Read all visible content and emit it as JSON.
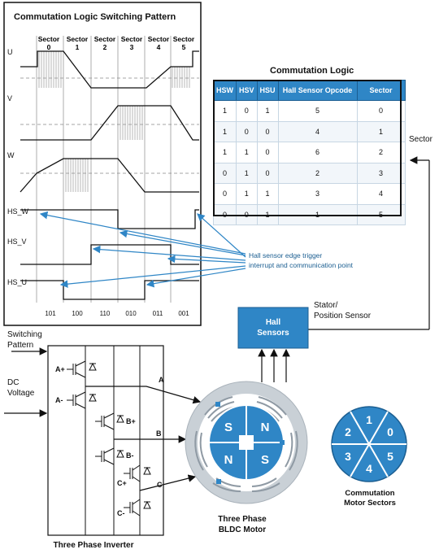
{
  "waveform": {
    "title": "Commutation Logic Switching Pattern",
    "sectors": [
      {
        "label": "Sector",
        "num": "0"
      },
      {
        "label": "Sector",
        "num": "1"
      },
      {
        "label": "Sector",
        "num": "2"
      },
      {
        "label": "Sector",
        "num": "3"
      },
      {
        "label": "Sector",
        "num": "4"
      },
      {
        "label": "Sector",
        "num": "5"
      }
    ],
    "signals": [
      "U",
      "V",
      "W",
      "HS_W",
      "HS_V",
      "HS_U"
    ],
    "hall_codes": [
      "101",
      "100",
      "110",
      "010",
      "011",
      "001"
    ],
    "annotation_line1": "Hall sensor edge trigger",
    "annotation_line2": "interrupt and communication point"
  },
  "table": {
    "title": "Commutation Logic",
    "headers": [
      "HSW",
      "HSV",
      "HSU",
      "Hall Sensor Opcode",
      "Sector"
    ],
    "rows": [
      [
        "1",
        "0",
        "1",
        "5",
        "0"
      ],
      [
        "1",
        "0",
        "0",
        "4",
        "1"
      ],
      [
        "1",
        "1",
        "0",
        "6",
        "2"
      ],
      [
        "0",
        "1",
        "0",
        "2",
        "3"
      ],
      [
        "0",
        "1",
        "1",
        "3",
        "4"
      ],
      [
        "0",
        "0",
        "1",
        "1",
        "5"
      ]
    ]
  },
  "labels": {
    "sector": "Sector",
    "stator_line1": "Stator/",
    "stator_line2": "Position Sensor",
    "hall_line1": "Hall",
    "hall_line2": "Sensors",
    "switching_line1": "Switching",
    "switching_line2": "Pattern",
    "dc_line1": "DC",
    "dc_line2": "Voltage",
    "inverter": "Three Phase Inverter",
    "motor_line1": "Three Phase",
    "motor_line2": "BLDC Motor",
    "sectors_line1": "Commutation",
    "sectors_line2": "Motor Sectors"
  },
  "switches": [
    "A+",
    "A-",
    "B+",
    "B-",
    "C+",
    "C-"
  ],
  "phases": [
    "A",
    "B",
    "C"
  ],
  "poles": [
    "S",
    "N",
    "N",
    "S"
  ],
  "sector_wheel": [
    "1",
    "0",
    "5",
    "4",
    "3",
    "2"
  ],
  "colors": {
    "accent": "#2f86c6",
    "accent_light": "#5ba7d9",
    "accent_dark": "#1b5e91",
    "line": "#111111",
    "grid": "#999999",
    "ring": "#c9d0d6"
  }
}
